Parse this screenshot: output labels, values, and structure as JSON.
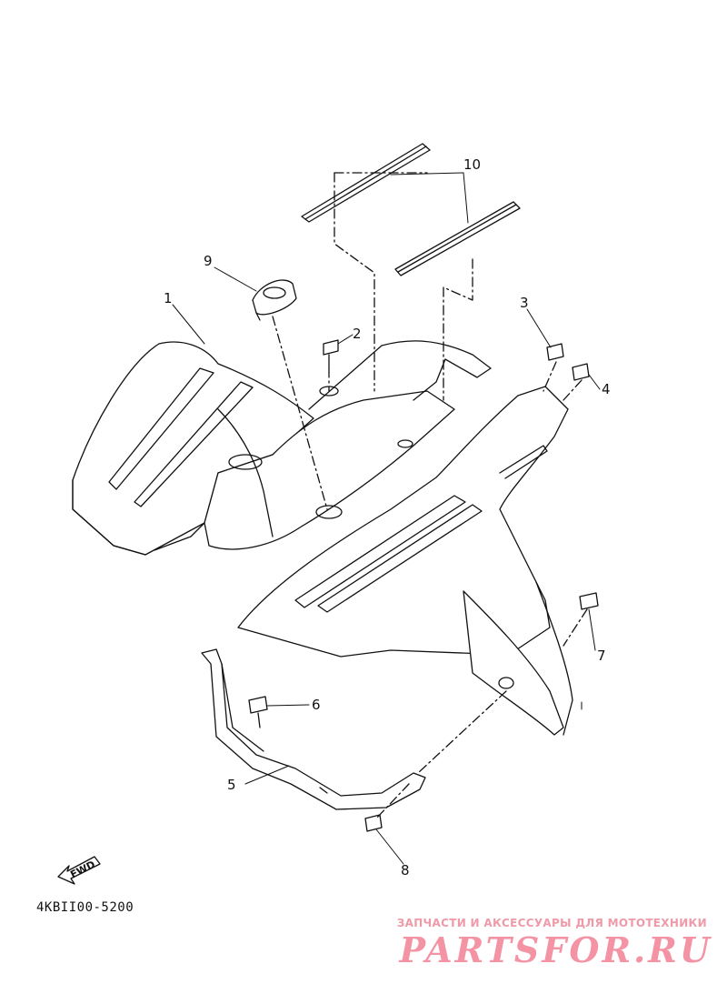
{
  "callouts": [
    {
      "id": "1",
      "label": "1"
    },
    {
      "id": "2",
      "label": "2"
    },
    {
      "id": "3",
      "label": "3"
    },
    {
      "id": "4",
      "label": "4"
    },
    {
      "id": "5",
      "label": "5"
    },
    {
      "id": "6",
      "label": "6"
    },
    {
      "id": "7",
      "label": "7"
    },
    {
      "id": "8",
      "label": "8"
    },
    {
      "id": "9",
      "label": "9"
    },
    {
      "id": "10",
      "label": "10"
    }
  ],
  "fwd_label": "FWD",
  "diagram_code": "4KBII00-5200",
  "watermark": {
    "tagline": "ЗАПЧАСТИ И АКСЕССУАРЫ ДЛЯ МОТОТЕХНИКИ",
    "logo": "PARTSFOR.RU",
    "color": "#f06f86"
  }
}
